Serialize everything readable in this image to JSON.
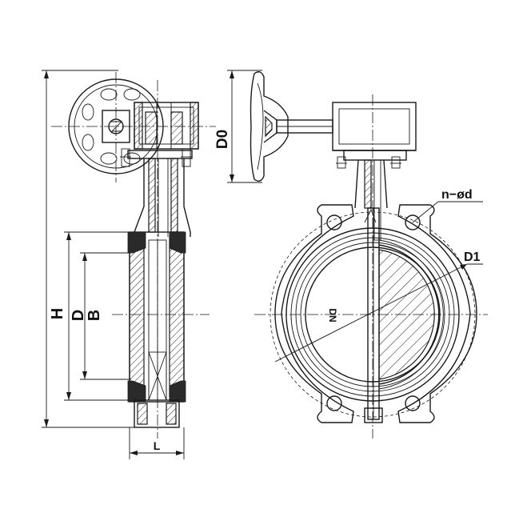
{
  "labels": {
    "H": "H",
    "D": "D",
    "B": "B",
    "L": "L",
    "D0": "D0",
    "D1": "D1",
    "nd": "n−ød",
    "DN": "DN"
  }
}
